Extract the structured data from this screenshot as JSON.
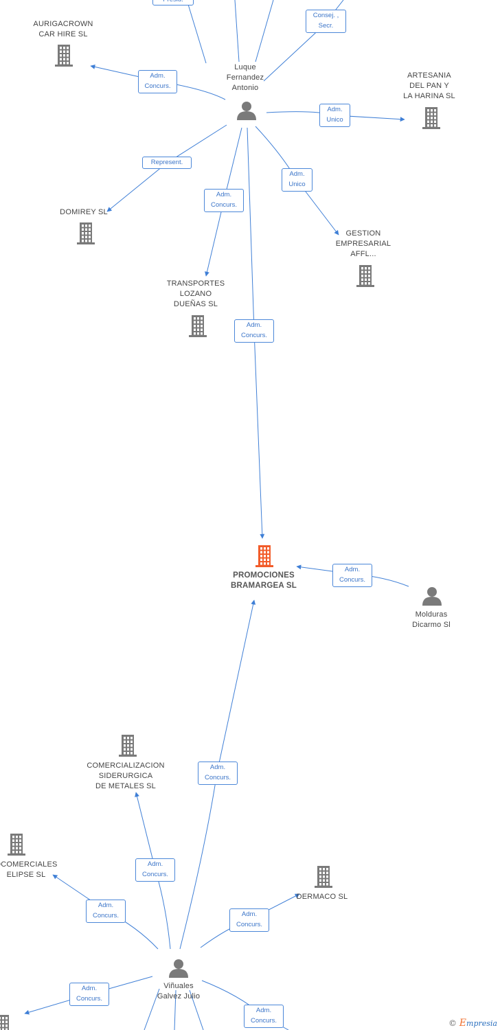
{
  "colors": {
    "edge": "#3f7fd6",
    "company": "#7a7a7a",
    "focus_company": "#f25c2a",
    "person": "#7a7a7a"
  },
  "nodes": {
    "promociones": {
      "label": "PROMOCIONES\nBRAMARGEA SL",
      "icon": "building-icon"
    },
    "luque": {
      "label": "Luque\nFernandez\nAntonio",
      "icon": "person-icon"
    },
    "vinuales": {
      "label": "Viñuales\nGalvez Julio",
      "icon": "person-icon"
    },
    "molduras": {
      "label": "Molduras\nDicarmo Sl",
      "icon": "person-icon"
    },
    "aurigacrown": {
      "label": "AURIGACROWN\nCAR HIRE SL",
      "icon": "building-icon"
    },
    "artesania": {
      "label": "ARTESANIA\nDEL PAN Y\nLA HARINA SL",
      "icon": "building-icon"
    },
    "domirey": {
      "label": "DOMIREY SL",
      "icon": "building-icon"
    },
    "gestion": {
      "label": "GESTION\nEMPRESARIAL\nAFFL...",
      "icon": "building-icon"
    },
    "transportes": {
      "label": "TRANSPORTES\nLOZANO\nDUEÑAS SL",
      "icon": "building-icon"
    },
    "comercializacion": {
      "label": "COMERCIALIZACION\nSIDERURGICA\nDE METALES SL",
      "icon": "building-icon"
    },
    "elipse": {
      "label": "OCOMERCIALES\nELIPSE SL",
      "icon": "building-icon"
    },
    "dermaco": {
      "label": "DERMACO SL",
      "icon": "building-icon"
    }
  },
  "edges": {
    "presid": "Presid.",
    "consej_secr": "Consej. ,\nSecr.",
    "luque_auriga": "Adm.\nConcurs.",
    "luque_artesania": "Adm.\nUnico",
    "luque_domirey": "Represent.",
    "luque_gestion": "Adm.\nUnico",
    "luque_transportes": "Adm.\nConcurs.",
    "luque_promociones": "Adm.\nConcurs.",
    "molduras_promociones": "Adm.\nConcurs.",
    "vinuales_promociones": "Adm.\nConcurs.",
    "vinuales_comercializacion": "Adm.\nConcurs.",
    "vinuales_elipse": "Adm.\nConcurs.",
    "vinuales_dermaco": "Adm.\nConcurs.",
    "vinuales_offleft": "Adm.\nConcurs.",
    "vinuales_offright": "Adm.\nConcurs."
  },
  "watermark": {
    "symbol": "©",
    "brand_initial": "E",
    "brand_rest": "mpresia"
  }
}
